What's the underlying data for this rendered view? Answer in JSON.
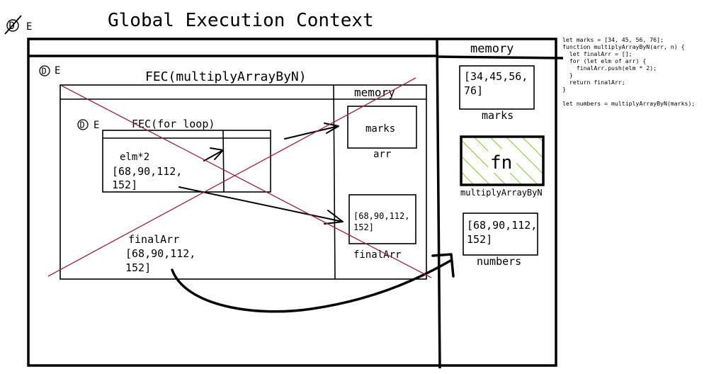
{
  "diagram": {
    "title": "Global Execution Context",
    "de_mark": "E",
    "gec": {
      "memory_label": "memory",
      "marks": {
        "value_line1": "[34,45,56,",
        "value_line2": "76]",
        "label": "marks"
      },
      "multiply_fn": {
        "value": "fn",
        "label": "multiplyArrayByN"
      },
      "numbers": {
        "value_line1": "[68,90,112,",
        "value_line2": "152]",
        "label": "numbers"
      }
    },
    "fec_multiply": {
      "title": "FEC(multiplyArrayByN)",
      "memory_label": "memory",
      "arr": {
        "value": "marks",
        "label": "arr"
      },
      "finalArr": {
        "value_line1": "[68,90,112,",
        "value_line2": "152]",
        "label": "finalArr"
      },
      "result": {
        "name": "finalArr",
        "value_line1": "[68,90,112,",
        "value_line2": "152]"
      }
    },
    "fec_for_loop": {
      "title": "FEC(for loop)",
      "expr": "elm*2",
      "value_line1": "[68,90,112,",
      "value_line2": "152]"
    },
    "code": [
      "let marks = [34, 45, 56, 76];",
      "function multiplyArrayByN(arr, n) {",
      "  let finalArr = [];",
      "  for (let elm of arr) {",
      "    finalArr.push(elm * 2);",
      "  }",
      "  return finalArr;",
      "}",
      "",
      "let numbers = multiplyArrayByN(marks);"
    ],
    "colors": {
      "ink": "#000000",
      "cross": "#9b2045",
      "hatch": "#8cc63f"
    }
  }
}
